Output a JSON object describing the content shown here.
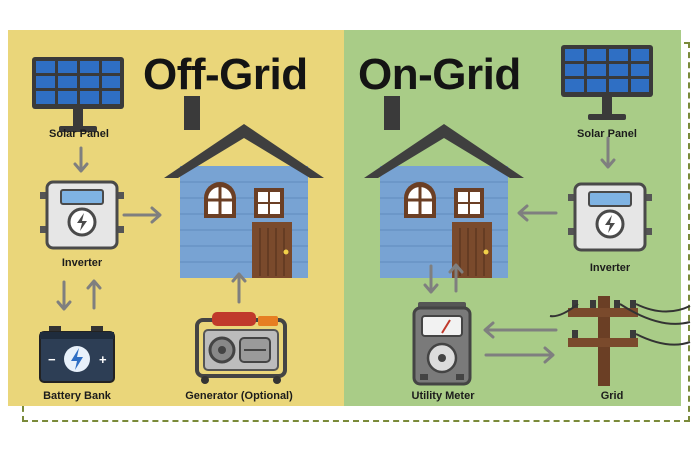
{
  "titles": {
    "off_grid": "Off-Grid",
    "on_grid": "On-Grid"
  },
  "off_grid": {
    "solar_panel": "Solar Panel",
    "inverter": "Inverter",
    "battery_bank": "Battery Bank",
    "generator": "Generator (Optional)"
  },
  "on_grid": {
    "solar_panel": "Solar Panel",
    "inverter": "Inverter",
    "utility_meter": "Utility Meter",
    "grid": "Grid"
  },
  "colors": {
    "off_grid_bg": "#ead67a",
    "on_grid_bg": "#a9cc87",
    "house_wall": "#78a3d3",
    "roof": "#3f3f3f",
    "door": "#7a4a2c",
    "arrow": "#7f7f7f",
    "solar_cell": "#2f6fc4"
  }
}
